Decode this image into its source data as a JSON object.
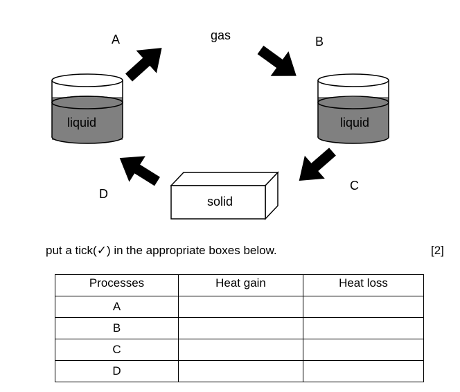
{
  "diagram": {
    "gas_label": "gas",
    "liquid_left_label": "liquid",
    "liquid_right_label": "liquid",
    "solid_label": "solid",
    "process_labels": {
      "A": "A",
      "B": "B",
      "C": "C",
      "D": "D"
    },
    "liquid_fill_color": "#808080",
    "arrow_color": "#000000"
  },
  "instruction": "put a tick(✓) in the appropriate boxes below.",
  "marks": "[2]",
  "table": {
    "headers": [
      "Processes",
      "Heat gain",
      "Heat loss"
    ],
    "rows": [
      [
        "A",
        "",
        ""
      ],
      [
        "B",
        "",
        ""
      ],
      [
        "C",
        "",
        ""
      ],
      [
        "D",
        "",
        ""
      ]
    ]
  }
}
